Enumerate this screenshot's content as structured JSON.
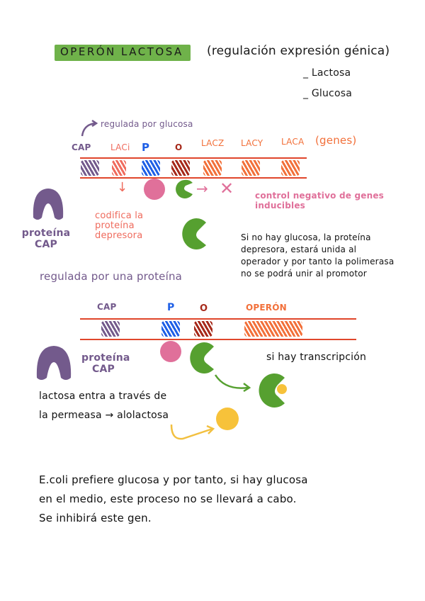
{
  "header": {
    "title": "OPERÓN LACTOSA",
    "subtitle": "(regulación expresión génica)",
    "bullets": [
      "_ Lactosa",
      "_ Glucosa"
    ]
  },
  "diagram1": {
    "annotation": "regulada por glucosa",
    "labels": {
      "cap": "CAP",
      "laci": "LACi",
      "p": "P",
      "o": "O",
      "lacz": "LACZ",
      "lacy": "LACY",
      "laca": "LACA",
      "genes": "(genes)"
    },
    "arrow_down": "↓",
    "arrow_right": "→",
    "cross": "✕",
    "control_note": "control negativo de genes inducibles",
    "codifica_note": [
      "codifica la",
      "proteína",
      "depresora"
    ],
    "cap_protein_label": [
      "proteína",
      "CAP"
    ],
    "explanation": [
      "Si no hay glucosa, la proteína",
      "depresora, estará unida al",
      "operador y por tanto la polimerasa",
      "no se podrá unir al promotor"
    ]
  },
  "middle_heading": "regulada por una proteína",
  "diagram2": {
    "labels": {
      "cap": "CAP",
      "p": "P",
      "o": "O",
      "operon": "OPERÓN"
    },
    "cap_protein_label": [
      "proteína",
      "CAP"
    ],
    "transcription_note": "si hay transcripción",
    "lactose_note": [
      "lactosa entra a través de",
      "la permeasa → alolactosa"
    ]
  },
  "conclusion": [
    "E.coli prefiere glucosa y por tanto, si hay glucosa",
    "en el medio, este proceso no se llevará a cabo.",
    "Se inhibirá este gen."
  ],
  "colors": {
    "title_highlight": "#6fb24a",
    "dna_strand": "#e0462b",
    "cap": "#735a8c",
    "laci": "#ef6b5d",
    "promoter": "#1e5fe6",
    "operator": "#a6291a",
    "genes": "#f2703a",
    "rna_polymerase": "#e0709a",
    "repressor": "#56a030",
    "allolactose": "#f7c23a"
  }
}
